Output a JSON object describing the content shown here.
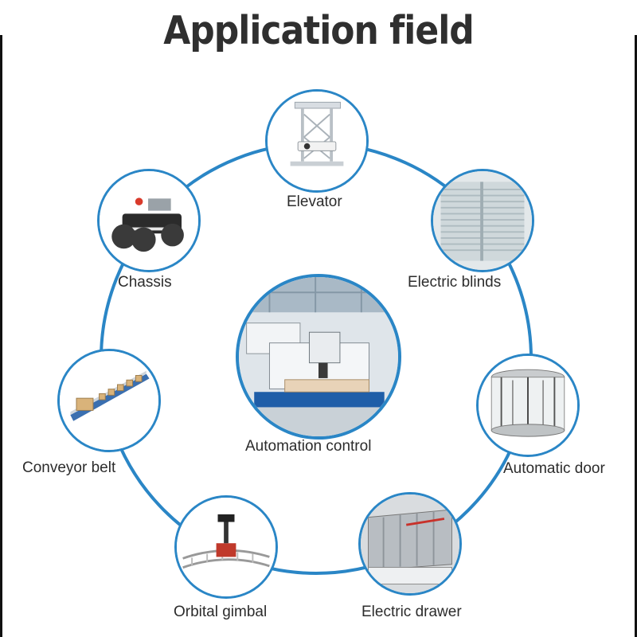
{
  "title": "Application field",
  "center": {
    "label": "Automation control",
    "icon": "cnc-machine-photo"
  },
  "nodes": [
    {
      "id": "elevator",
      "label": "Elevator",
      "icon": "projector-lift-photo"
    },
    {
      "id": "electric-blinds",
      "label": "Electric blinds",
      "icon": "window-blinds-photo"
    },
    {
      "id": "automatic-door",
      "label": "Automatic door",
      "icon": "revolving-door-photo"
    },
    {
      "id": "electric-drawer",
      "label": "Electric drawer",
      "icon": "drawer-photo"
    },
    {
      "id": "orbital-gimbal",
      "label": "Orbital gimbal",
      "icon": "camera-dolly-photo"
    },
    {
      "id": "conveyor-belt",
      "label": "Conveyor belt",
      "icon": "conveyor-photo"
    },
    {
      "id": "chassis",
      "label": "Chassis",
      "icon": "robot-chassis-photo"
    }
  ],
  "colors": {
    "ring": "#2a86c6",
    "text": "#2c2c2c",
    "title": "#2f2f2f"
  }
}
